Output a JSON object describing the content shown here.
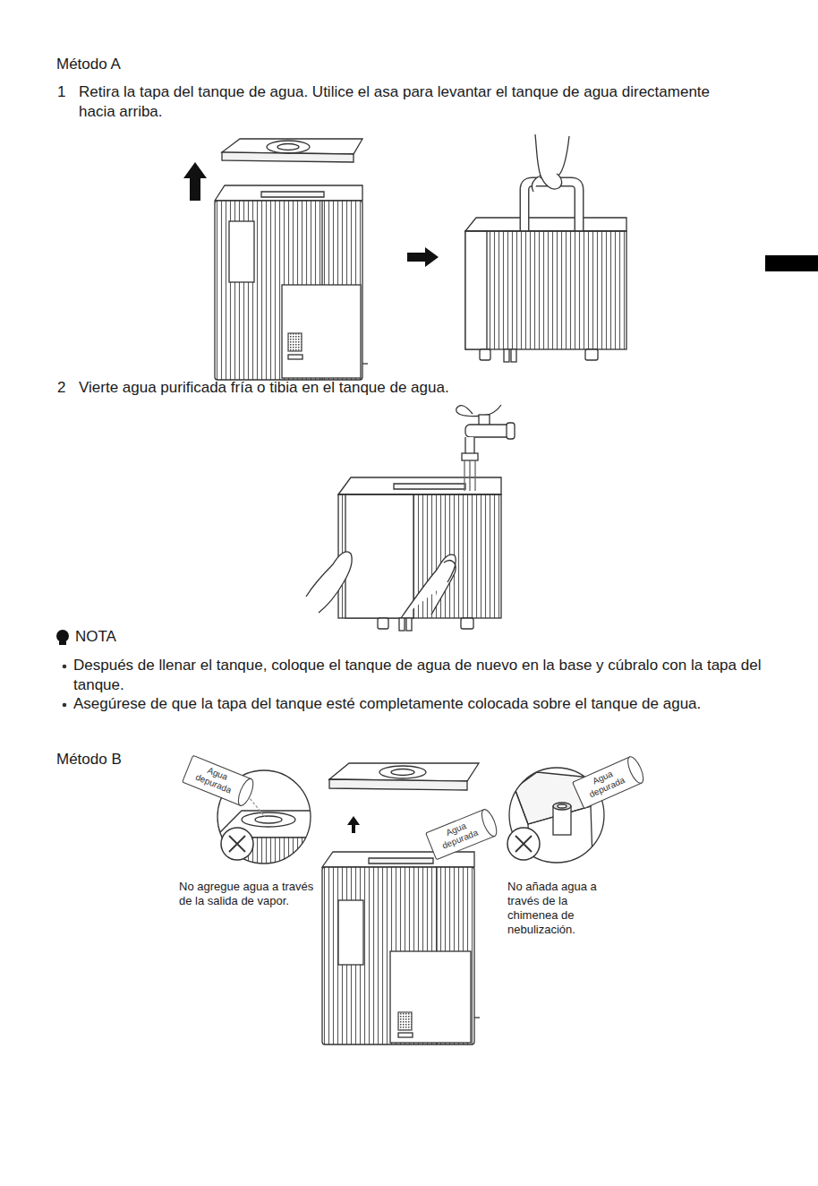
{
  "diagram": {
    "nodes": [
      {
        "text": [
          "Agua depurada"
        ]
      },
      {
        "text": [
          "Agua depurada"
        ]
      },
      {
        "text": [
          "Agua depurada"
        ]
      }
    ],
    "labels": [
      "Método A",
      "1",
      "Retira la tapa del tanque de agua. Utilice el asa para levantar el tanque de agua directamente hacia arriba.",
      "2",
      "Vierte agua purificada fría o tibia en el tanque de agua.",
      "NOTA",
      "Después de llenar el tanque, coloque el tanque de agua de nuevo en la base y cúbralo con la tapa del tanque.",
      "Asegúrese de que la tapa del tanque esté completamente colocada sobre el tanque de agua.",
      "Método B",
      "No agregue agua a través de la salida de vapor.",
      "No añada agua a través de la chimenea de nebulización."
    ]
  }
}
